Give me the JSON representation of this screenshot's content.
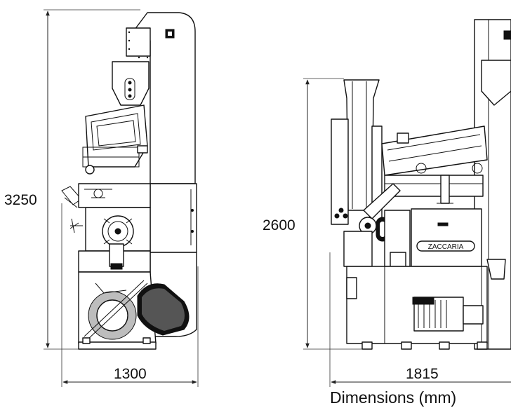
{
  "dimensions": {
    "side_height": "3250",
    "side_width": "1300",
    "front_height": "2600",
    "front_width": "1815"
  },
  "caption": "Dimensions (mm)",
  "brand_plate": "ZACCARIA",
  "colors": {
    "line": "#111111",
    "background": "#ffffff",
    "shade": "#bdbdbd"
  }
}
